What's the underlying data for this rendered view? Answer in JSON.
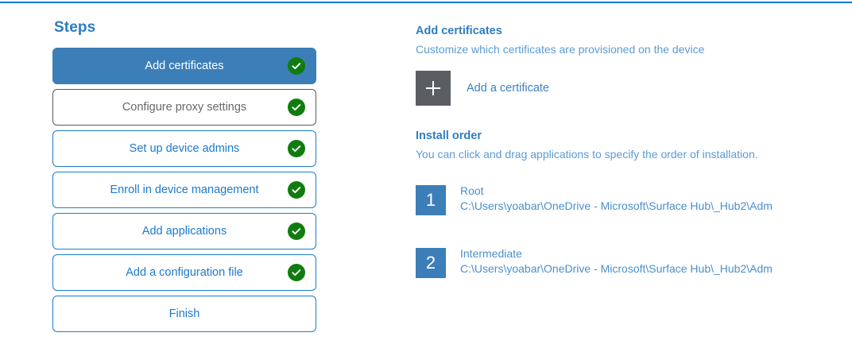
{
  "theme": {
    "accent_rule": "#0078D4",
    "active_step_bg": "#3C7EB8",
    "step_border": "#1B7DD0",
    "visited_step_border": "#595959",
    "check_green": "#107C10",
    "heading_blue": "#2F7DC0",
    "link_blue": "#3C82C4",
    "subtext_blue": "#5B9BD5",
    "plus_box_gray": "#5A5E63"
  },
  "steps_panel": {
    "title": "Steps",
    "items": [
      {
        "label": "Add certificates",
        "state": "active",
        "completed": true
      },
      {
        "label": "Configure proxy settings",
        "state": "visited",
        "completed": true
      },
      {
        "label": "Set up device admins",
        "state": "default",
        "completed": true
      },
      {
        "label": "Enroll in device management",
        "state": "default",
        "completed": true
      },
      {
        "label": "Add applications",
        "state": "default",
        "completed": true
      },
      {
        "label": "Add a configuration file",
        "state": "default",
        "completed": true
      },
      {
        "label": "Finish",
        "state": "default",
        "completed": false
      }
    ],
    "check_icon": "check-circle-icon"
  },
  "detail_panel": {
    "certificates": {
      "heading": "Add certificates",
      "subtitle": "Customize which certificates are provisioned on the device",
      "add_icon": "plus-icon",
      "add_label": "Add a certificate"
    },
    "install_order": {
      "heading": "Install order",
      "subtitle": "You can click and drag applications to specify the order of installation.",
      "items": [
        {
          "number": "1",
          "name": "Root",
          "path": "C:\\Users\\yoabar\\OneDrive - Microsoft\\Surface Hub\\_Hub2\\Adm"
        },
        {
          "number": "2",
          "name": "Intermediate",
          "path": "C:\\Users\\yoabar\\OneDrive - Microsoft\\Surface Hub\\_Hub2\\Adm"
        }
      ]
    }
  }
}
